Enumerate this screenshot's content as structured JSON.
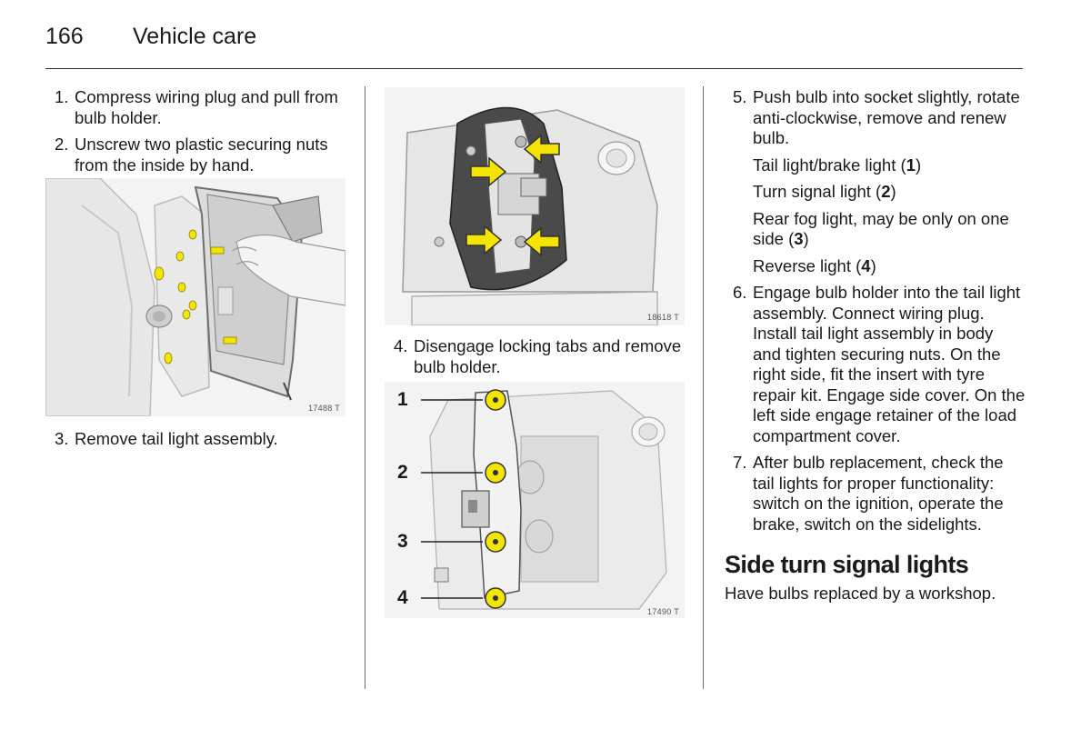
{
  "header": {
    "page_number": "166",
    "section": "Vehicle care"
  },
  "column1": {
    "steps": [
      {
        "num": "1.",
        "text": "Compress wiring plug and pull from bulb holder."
      },
      {
        "num": "2.",
        "text": "Unscrew two plastic securing nuts from the inside by hand."
      },
      {
        "num": "3.",
        "text": "Remove tail light assembly."
      }
    ],
    "figure_code": "17488 T"
  },
  "column2": {
    "figure1_code": "18618 T",
    "steps": [
      {
        "num": "4.",
        "text": "Disengage locking tabs and remove bulb holder."
      }
    ],
    "figure2_code": "17490 T",
    "callouts": [
      "1",
      "2",
      "3",
      "4"
    ]
  },
  "column3": {
    "step5": {
      "num": "5.",
      "text": "Push bulb into socket slightly, rotate anti-clockwise, remove and renew bulb."
    },
    "bulbs": [
      {
        "text": "Tail light/brake light (",
        "num": "1",
        "end": ")"
      },
      {
        "text": "Turn signal light (",
        "num": "2",
        "end": ")"
      },
      {
        "text": "Rear fog light, may be only on one side (",
        "num": "3",
        "end": ")"
      },
      {
        "text": "Reverse light (",
        "num": "4",
        "end": ")"
      }
    ],
    "step6": {
      "num": "6.",
      "text": "Engage bulb holder into the tail light assembly. Connect wiring plug. Install tail light assembly in body and tighten securing nuts. On the right side, fit the insert with tyre repair kit. Engage side cover. On the left side engage retainer of the load compartment cover."
    },
    "step7": {
      "num": "7.",
      "text": "After bulb replacement, check the tail lights for proper functionality: switch on the ignition, operate the brake, switch on the sidelights."
    },
    "heading": "Side turn signal lights",
    "note": "Have bulbs replaced by a workshop."
  },
  "colors": {
    "arrow": "#f5e400",
    "bulb": "#f2e600",
    "line": "#222222"
  }
}
